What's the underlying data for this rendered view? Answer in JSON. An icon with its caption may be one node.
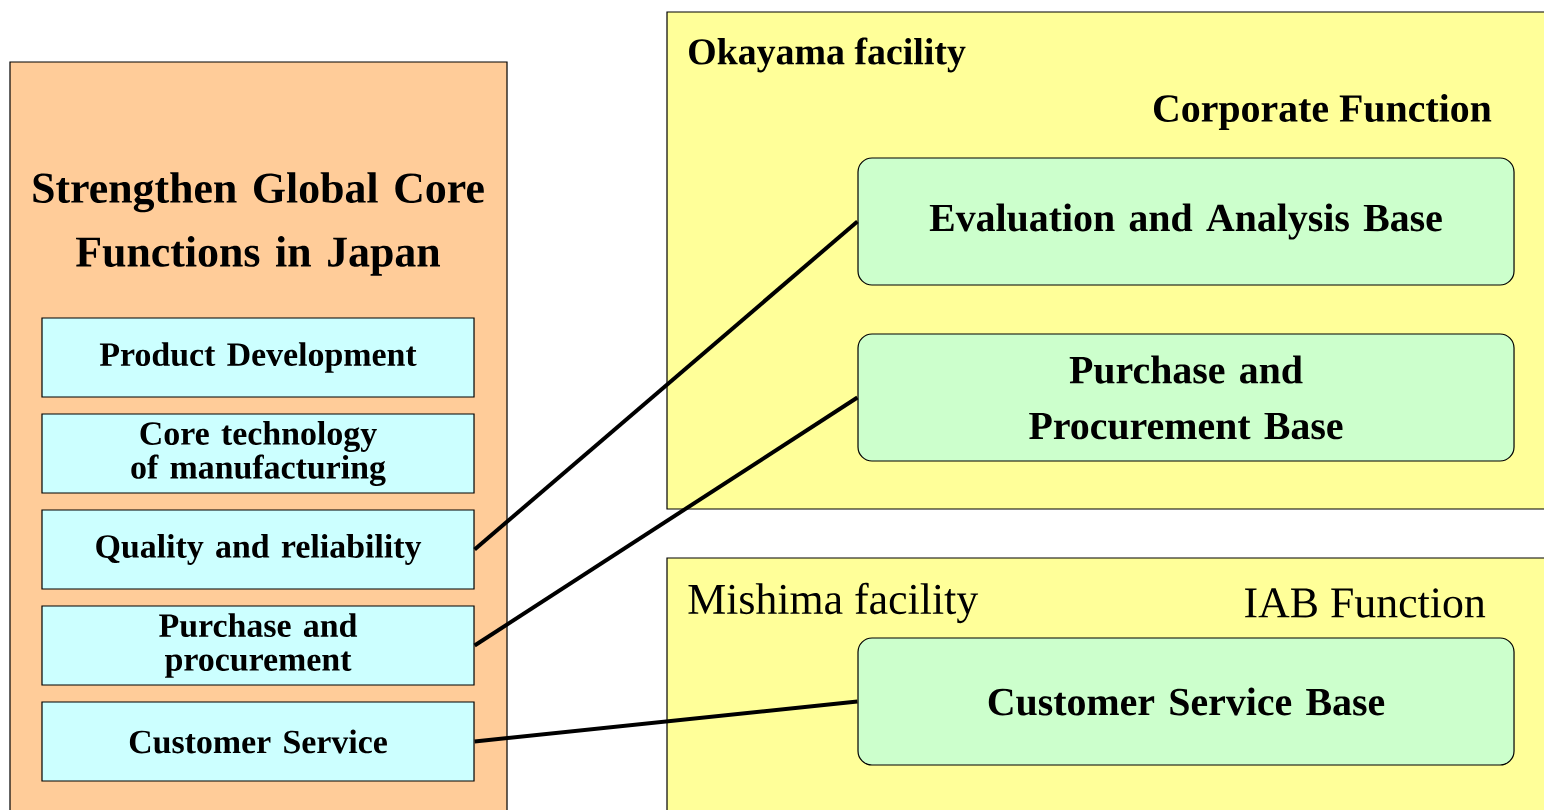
{
  "diagram": {
    "nodes": [
      {
        "text": [
          "Strengthen Global Core Functions in Japan"
        ]
      },
      {
        "text": [
          "Product Development"
        ],
        "in": 0
      },
      {
        "text": [
          "Core technology of manufacturing"
        ],
        "in": 0
      },
      {
        "text": [
          "Quality and reliability"
        ],
        "in": 0
      },
      {
        "text": [
          "Purchase and procurement"
        ],
        "in": 0
      },
      {
        "text": [
          "Customer Service"
        ],
        "in": 0
      },
      {
        "text": [
          "Okayama facility",
          "Corporate Function"
        ]
      },
      {
        "text": [
          "Evaluation and Analysis Base"
        ],
        "in": 6
      },
      {
        "text": [
          "Purchase and Procurement Base"
        ],
        "in": 6
      },
      {
        "text": [
          "Mishima facility",
          "IAB Function"
        ]
      },
      {
        "text": [
          "Customer Service Base"
        ],
        "in": 9
      }
    ],
    "edges": [
      {
        "from": 3,
        "to": 7,
        "arrow": "none"
      },
      {
        "from": 4,
        "to": 8,
        "arrow": "none"
      },
      {
        "from": 5,
        "to": 10,
        "arrow": "none"
      }
    ]
  }
}
